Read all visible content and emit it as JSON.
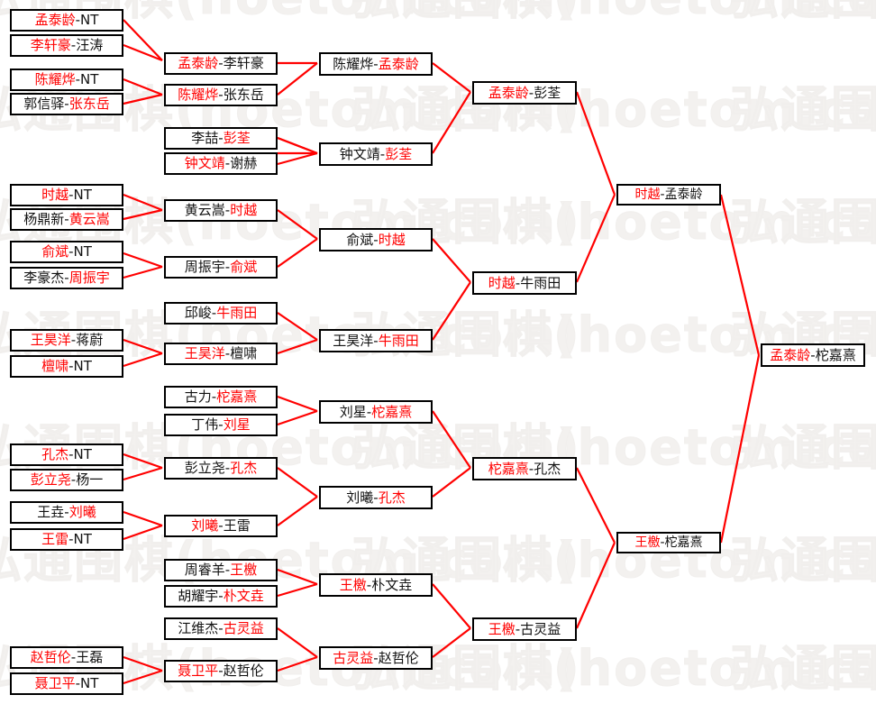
{
  "meta": {
    "watermark_text": "弘通围棋(hoetom.com)",
    "winner_color": "#ff0000",
    "loser_color": "#111111",
    "box_border_color": "#000000",
    "connector_color": "#ff0000",
    "background_color": "#ffffff",
    "separator": "-"
  },
  "bracket": {
    "round1": [
      {
        "id": "r1m1",
        "winner": "孟泰龄",
        "loser": "NT"
      },
      {
        "id": "r1m2",
        "winner": "李轩豪",
        "loser": "汪涛"
      },
      {
        "id": "r1m3",
        "winner": "陈耀烨",
        "loser": "NT"
      },
      {
        "id": "r1m4",
        "winner": "张东岳",
        "loser": "郭信驿",
        "winner_first": false
      },
      {
        "id": "r1m5",
        "winner": "时越",
        "loser": "NT"
      },
      {
        "id": "r1m6",
        "winner": "黄云嵩",
        "loser": "杨鼎新",
        "winner_first": false
      },
      {
        "id": "r1m7",
        "winner": "俞斌",
        "loser": "NT"
      },
      {
        "id": "r1m8",
        "winner": "周振宇",
        "loser": "李豪杰",
        "winner_first": false
      },
      {
        "id": "r1m9",
        "winner": "王昊洋",
        "loser": "蒋蔚"
      },
      {
        "id": "r1m10",
        "winner": "檀啸",
        "loser": "NT"
      },
      {
        "id": "r1m11",
        "winner": "孔杰",
        "loser": "NT"
      },
      {
        "id": "r1m12",
        "winner": "彭立尧",
        "loser": "杨一"
      },
      {
        "id": "r1m13",
        "winner": "刘曦",
        "loser": "王垚",
        "winner_first": false
      },
      {
        "id": "r1m14",
        "winner": "王雷",
        "loser": "NT"
      },
      {
        "id": "r1m15",
        "winner": "赵哲伦",
        "loser": "王磊"
      },
      {
        "id": "r1m16",
        "winner": "聂卫平",
        "loser": "NT"
      }
    ],
    "round2": [
      {
        "id": "r2m1",
        "winner": "孟泰龄",
        "loser": "李轩豪"
      },
      {
        "id": "r2m2",
        "winner": "陈耀烨",
        "loser": "张东岳"
      },
      {
        "id": "r2m3",
        "winner": "彭荃",
        "loser": "李喆",
        "winner_first": false
      },
      {
        "id": "r2m4",
        "winner": "钟文靖",
        "loser": "谢赫"
      },
      {
        "id": "r2m5",
        "winner": "时越",
        "loser": "黄云嵩",
        "winner_first": false
      },
      {
        "id": "r2m6",
        "winner": "俞斌",
        "loser": "周振宇",
        "winner_first": false
      },
      {
        "id": "r2m7",
        "winner": "牛雨田",
        "loser": "邱峻",
        "winner_first": false
      },
      {
        "id": "r2m8",
        "winner": "王昊洋",
        "loser": "檀啸"
      },
      {
        "id": "r2m9",
        "winner": "柁嘉熹",
        "loser": "古力",
        "winner_first": false
      },
      {
        "id": "r2m10",
        "winner": "刘星",
        "loser": "丁伟",
        "winner_first": false
      },
      {
        "id": "r2m11",
        "winner": "孔杰",
        "loser": "彭立尧",
        "winner_first": false
      },
      {
        "id": "r2m12",
        "winner": "刘曦",
        "loser": "王雷"
      },
      {
        "id": "r2m13",
        "winner": "王檄",
        "loser": "周睿羊",
        "winner_first": false
      },
      {
        "id": "r2m14",
        "winner": "朴文垚",
        "loser": "胡耀宇",
        "winner_first": false
      },
      {
        "id": "r2m15",
        "winner": "古灵益",
        "loser": "江维杰",
        "winner_first": false
      },
      {
        "id": "r2m16",
        "winner": "聂卫平",
        "loser": "赵哲伦",
        "winner_first": true
      }
    ],
    "round3": [
      {
        "id": "r3m1",
        "winner": "孟泰龄",
        "loser": "陈耀烨",
        "winner_first": false
      },
      {
        "id": "r3m2",
        "winner": "彭荃",
        "loser": "钟文靖",
        "winner_first": false
      },
      {
        "id": "r3m3",
        "winner": "时越",
        "loser": "俞斌",
        "winner_first": false
      },
      {
        "id": "r3m4",
        "winner": "牛雨田",
        "loser": "王昊洋",
        "winner_first": false
      },
      {
        "id": "r3m5",
        "winner": "柁嘉熹",
        "loser": "刘星",
        "winner_first": false
      },
      {
        "id": "r3m6",
        "winner": "孔杰",
        "loser": "刘曦",
        "winner_first": false
      },
      {
        "id": "r3m7",
        "winner": "王檄",
        "loser": "朴文垚"
      },
      {
        "id": "r3m8",
        "winner": "古灵益",
        "loser": "赵哲伦"
      }
    ],
    "round4": [
      {
        "id": "r4m1",
        "winner": "孟泰龄",
        "loser": "彭荃"
      },
      {
        "id": "r4m2",
        "winner": "时越",
        "loser": "牛雨田"
      },
      {
        "id": "r4m3",
        "winner": "柁嘉熹",
        "loser": "孔杰"
      },
      {
        "id": "r4m4",
        "winner": "王檄",
        "loser": "古灵益"
      }
    ],
    "round5": [
      {
        "id": "r5m1",
        "winner": "时越",
        "loser": "孟泰龄",
        "winner_first": true
      },
      {
        "id": "r5m2",
        "winner": "王檄",
        "loser": "柁嘉熹",
        "winner_first": true
      }
    ],
    "final": [
      {
        "id": "fm1",
        "winner": "孟泰龄",
        "loser": "柁嘉熹"
      }
    ]
  }
}
